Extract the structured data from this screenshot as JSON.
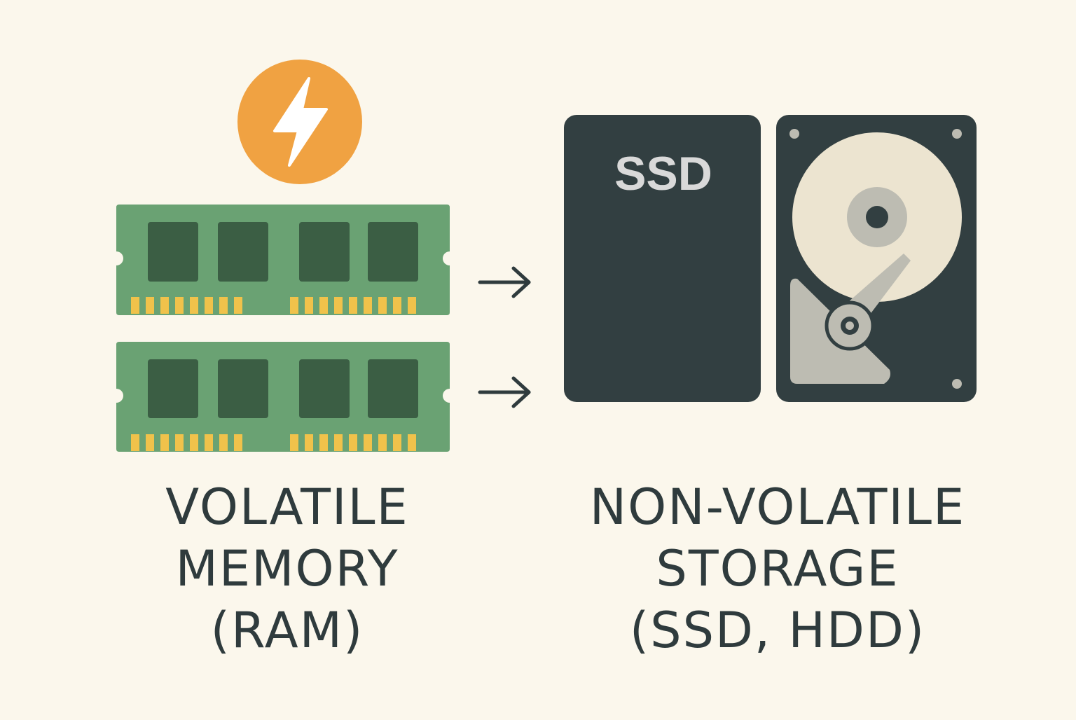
{
  "colors": {
    "background": "#fbf7ec",
    "ram_board": "#6aa273",
    "ram_chip": "#3b5e44",
    "ram_contact": "#f0c24b",
    "power_circle": "#f0a242",
    "power_bolt": "#ffffff",
    "drive_body": "#323f41",
    "platter": "#ece4d0",
    "hub": "#bdbcb2",
    "arm": "#bdbcb2",
    "arrow": "#2f3b3d",
    "text": "#2f3b3d",
    "ssd_text": "#d9d9d9"
  },
  "icons": {
    "power": "lightning-bolt-icon",
    "ram": "ram-module-icon",
    "ssd": "ssd-drive-icon",
    "hdd": "hard-disk-drive-icon",
    "arrow": "right-arrow-icon"
  },
  "ssd": {
    "label": "SSD"
  },
  "left": {
    "line1": "VOLATILE",
    "line2": "MEMORY",
    "line3": "(RAM)"
  },
  "right": {
    "line1": "NON-VOLATILE",
    "line2": "STORAGE",
    "line3": "(SSD, HDD)"
  }
}
